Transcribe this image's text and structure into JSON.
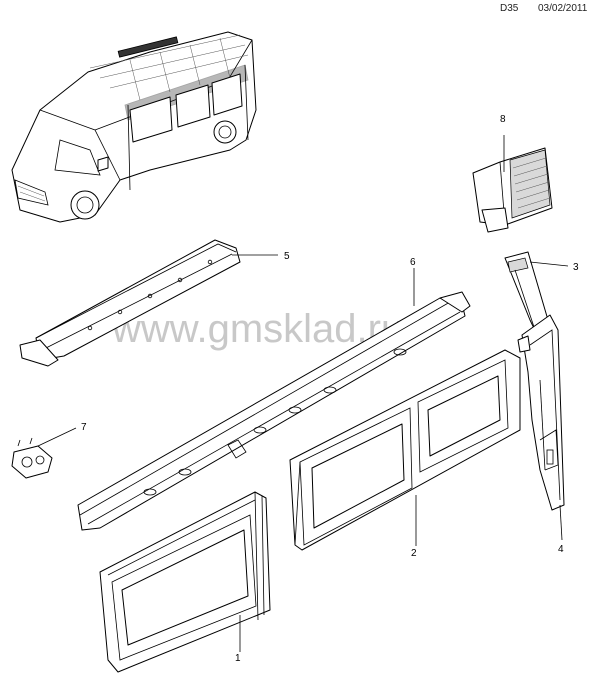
{
  "header": {
    "code": "D35",
    "date": "03/02/2011"
  },
  "watermark": "www.gmsklad.ru",
  "callouts": [
    "1",
    "2",
    "3",
    "4",
    "5",
    "6",
    "7",
    "8"
  ],
  "colors": {
    "line": "#000000",
    "watermark": "#c8c8c8",
    "highlight": "#333333"
  }
}
